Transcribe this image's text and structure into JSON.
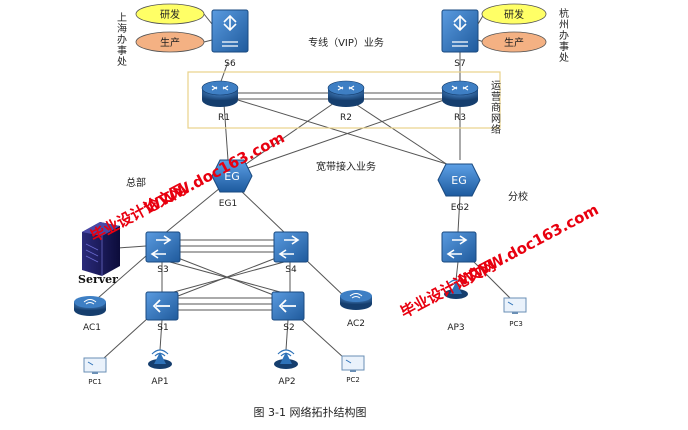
{
  "offices": {
    "shanghai": {
      "name": "上海办事处",
      "dept_rd": "研发",
      "dept_prod": "生产"
    },
    "hangzhou": {
      "name": "杭州办事处",
      "dept_rd": "研发",
      "dept_prod": "生产"
    }
  },
  "labels": {
    "vip_service": "专线（VIP）业务",
    "isp_network": "运营商网络",
    "broadband_service": "宽带接入业务",
    "headquarters": "总部",
    "branch": "分校",
    "server": "Server",
    "caption": "图 3-1 网络拓扑结构图"
  },
  "nodes": {
    "S6": "S6",
    "S7": "S7",
    "R1": "R1",
    "R2": "R2",
    "R3": "R3",
    "EG1": "EG1",
    "EG2": "EG2",
    "EG1_text": "EG",
    "EG2_text": "EG",
    "S3": "S3",
    "S4": "S4",
    "S1": "S1",
    "S2": "S2",
    "S5": "",
    "AC1": "AC1",
    "AC2": "AC2",
    "AP1": "AP1",
    "AP2": "AP2",
    "AP3": "AP3",
    "PC1": "PC1",
    "PC2": "PC2",
    "PC3": "PC3"
  },
  "watermarks": {
    "url": "WWW.doc163.com",
    "site": "毕业设计论文网"
  },
  "colors": {
    "device_blue": "#2e72b8",
    "router_dark": "#1d4f86",
    "dept_yellow": "#ffff66",
    "dept_orange": "#f4b183",
    "isp_border": "#e8d28a",
    "watermark_red": "#e8000f"
  }
}
